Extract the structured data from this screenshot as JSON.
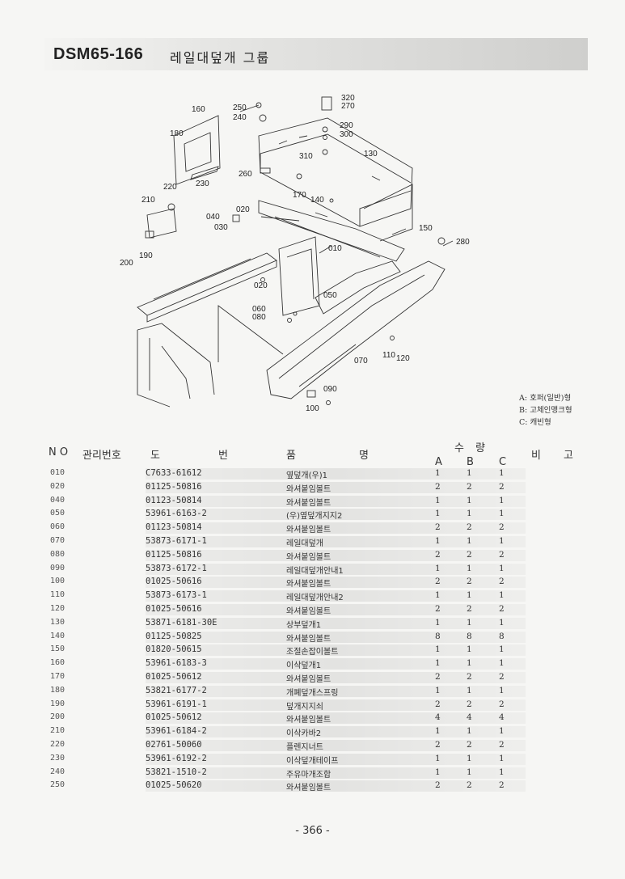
{
  "header": {
    "code": "DSM65-166",
    "title": "레일대덮개 그룹"
  },
  "legend": [
    "A: 호퍼(일반)형",
    "B: 고체인맹크형",
    "C: 캐빈형"
  ],
  "columns": {
    "no": "N O",
    "mgmt": "관리번호",
    "do": "도",
    "beon": "번",
    "pum": "품",
    "myeong": "명",
    "qty_su": "수",
    "qty_ryang": "량",
    "a": "A",
    "b": "B",
    "c": "C",
    "bi": "비",
    "go": "고"
  },
  "diagram_labels": [
    "320",
    "270",
    "250",
    "240",
    "160",
    "290",
    "300",
    "180",
    "310",
    "130",
    "260",
    "230",
    "170",
    "220",
    "140",
    "210",
    "020",
    "040",
    "030",
    "150",
    "280",
    "190",
    "200",
    "010",
    "020",
    "050",
    "060",
    "080",
    "070",
    "110",
    "120",
    "090",
    "100"
  ],
  "parts": [
    {
      "no": "010",
      "pn": "C7633-61612",
      "name": "옆덮개(우)1",
      "a": "1",
      "b": "1",
      "c": "1"
    },
    {
      "no": "020",
      "pn": "01125-50816",
      "name": "와셔붙임볼트",
      "a": "2",
      "b": "2",
      "c": "2"
    },
    {
      "no": "040",
      "pn": "01123-50814",
      "name": "와셔붙임볼트",
      "a": "1",
      "b": "1",
      "c": "1"
    },
    {
      "no": "050",
      "pn": "53961-6163-2",
      "name": "(우)옆덮개지지2",
      "a": "1",
      "b": "1",
      "c": "1"
    },
    {
      "no": "060",
      "pn": "01123-50814",
      "name": "와셔붙임볼트",
      "a": "2",
      "b": "2",
      "c": "2"
    },
    {
      "no": "070",
      "pn": "53873-6171-1",
      "name": "레일대덮개",
      "a": "1",
      "b": "1",
      "c": "1"
    },
    {
      "no": "080",
      "pn": "01125-50816",
      "name": "와셔붙임볼트",
      "a": "2",
      "b": "2",
      "c": "2"
    },
    {
      "no": "090",
      "pn": "53873-6172-1",
      "name": "레일대덮개안내1",
      "a": "1",
      "b": "1",
      "c": "1"
    },
    {
      "no": "100",
      "pn": "01025-50616",
      "name": "와셔붙임볼트",
      "a": "2",
      "b": "2",
      "c": "2"
    },
    {
      "no": "110",
      "pn": "53873-6173-1",
      "name": "레일대덮개안내2",
      "a": "1",
      "b": "1",
      "c": "1"
    },
    {
      "no": "120",
      "pn": "01025-50616",
      "name": "와셔붙임볼트",
      "a": "2",
      "b": "2",
      "c": "2"
    },
    {
      "no": "130",
      "pn": "53871-6181-30E",
      "name": "상부덮개1",
      "a": "1",
      "b": "1",
      "c": "1"
    },
    {
      "no": "140",
      "pn": "01125-50825",
      "name": "와셔붙임볼트",
      "a": "8",
      "b": "8",
      "c": "8"
    },
    {
      "no": "150",
      "pn": "01820-50615",
      "name": "조절손잡이볼트",
      "a": "1",
      "b": "1",
      "c": "1"
    },
    {
      "no": "160",
      "pn": "53961-6183-3",
      "name": "이삭덮개1",
      "a": "1",
      "b": "1",
      "c": "1"
    },
    {
      "no": "170",
      "pn": "01025-50612",
      "name": "와셔붙임볼트",
      "a": "2",
      "b": "2",
      "c": "2"
    },
    {
      "no": "180",
      "pn": "53821-6177-2",
      "name": "개폐덮개스프링",
      "a": "1",
      "b": "1",
      "c": "1"
    },
    {
      "no": "190",
      "pn": "53961-6191-1",
      "name": "덮개지지쇠",
      "a": "2",
      "b": "2",
      "c": "2"
    },
    {
      "no": "200",
      "pn": "01025-50612",
      "name": "와셔붙임볼트",
      "a": "4",
      "b": "4",
      "c": "4"
    },
    {
      "no": "210",
      "pn": "53961-6184-2",
      "name": "이삭카바2",
      "a": "1",
      "b": "1",
      "c": "1"
    },
    {
      "no": "220",
      "pn": "02761-50060",
      "name": "플렌지너트",
      "a": "2",
      "b": "2",
      "c": "2"
    },
    {
      "no": "230",
      "pn": "53961-6192-2",
      "name": "이삭덮개테이프",
      "a": "1",
      "b": "1",
      "c": "1"
    },
    {
      "no": "240",
      "pn": "53821-1510-2",
      "name": "주유마개조합",
      "a": "1",
      "b": "1",
      "c": "1"
    },
    {
      "no": "250",
      "pn": "01025-50620",
      "name": "와셔붙임볼트",
      "a": "2",
      "b": "2",
      "c": "2"
    }
  ],
  "page_number": "- 366 -"
}
